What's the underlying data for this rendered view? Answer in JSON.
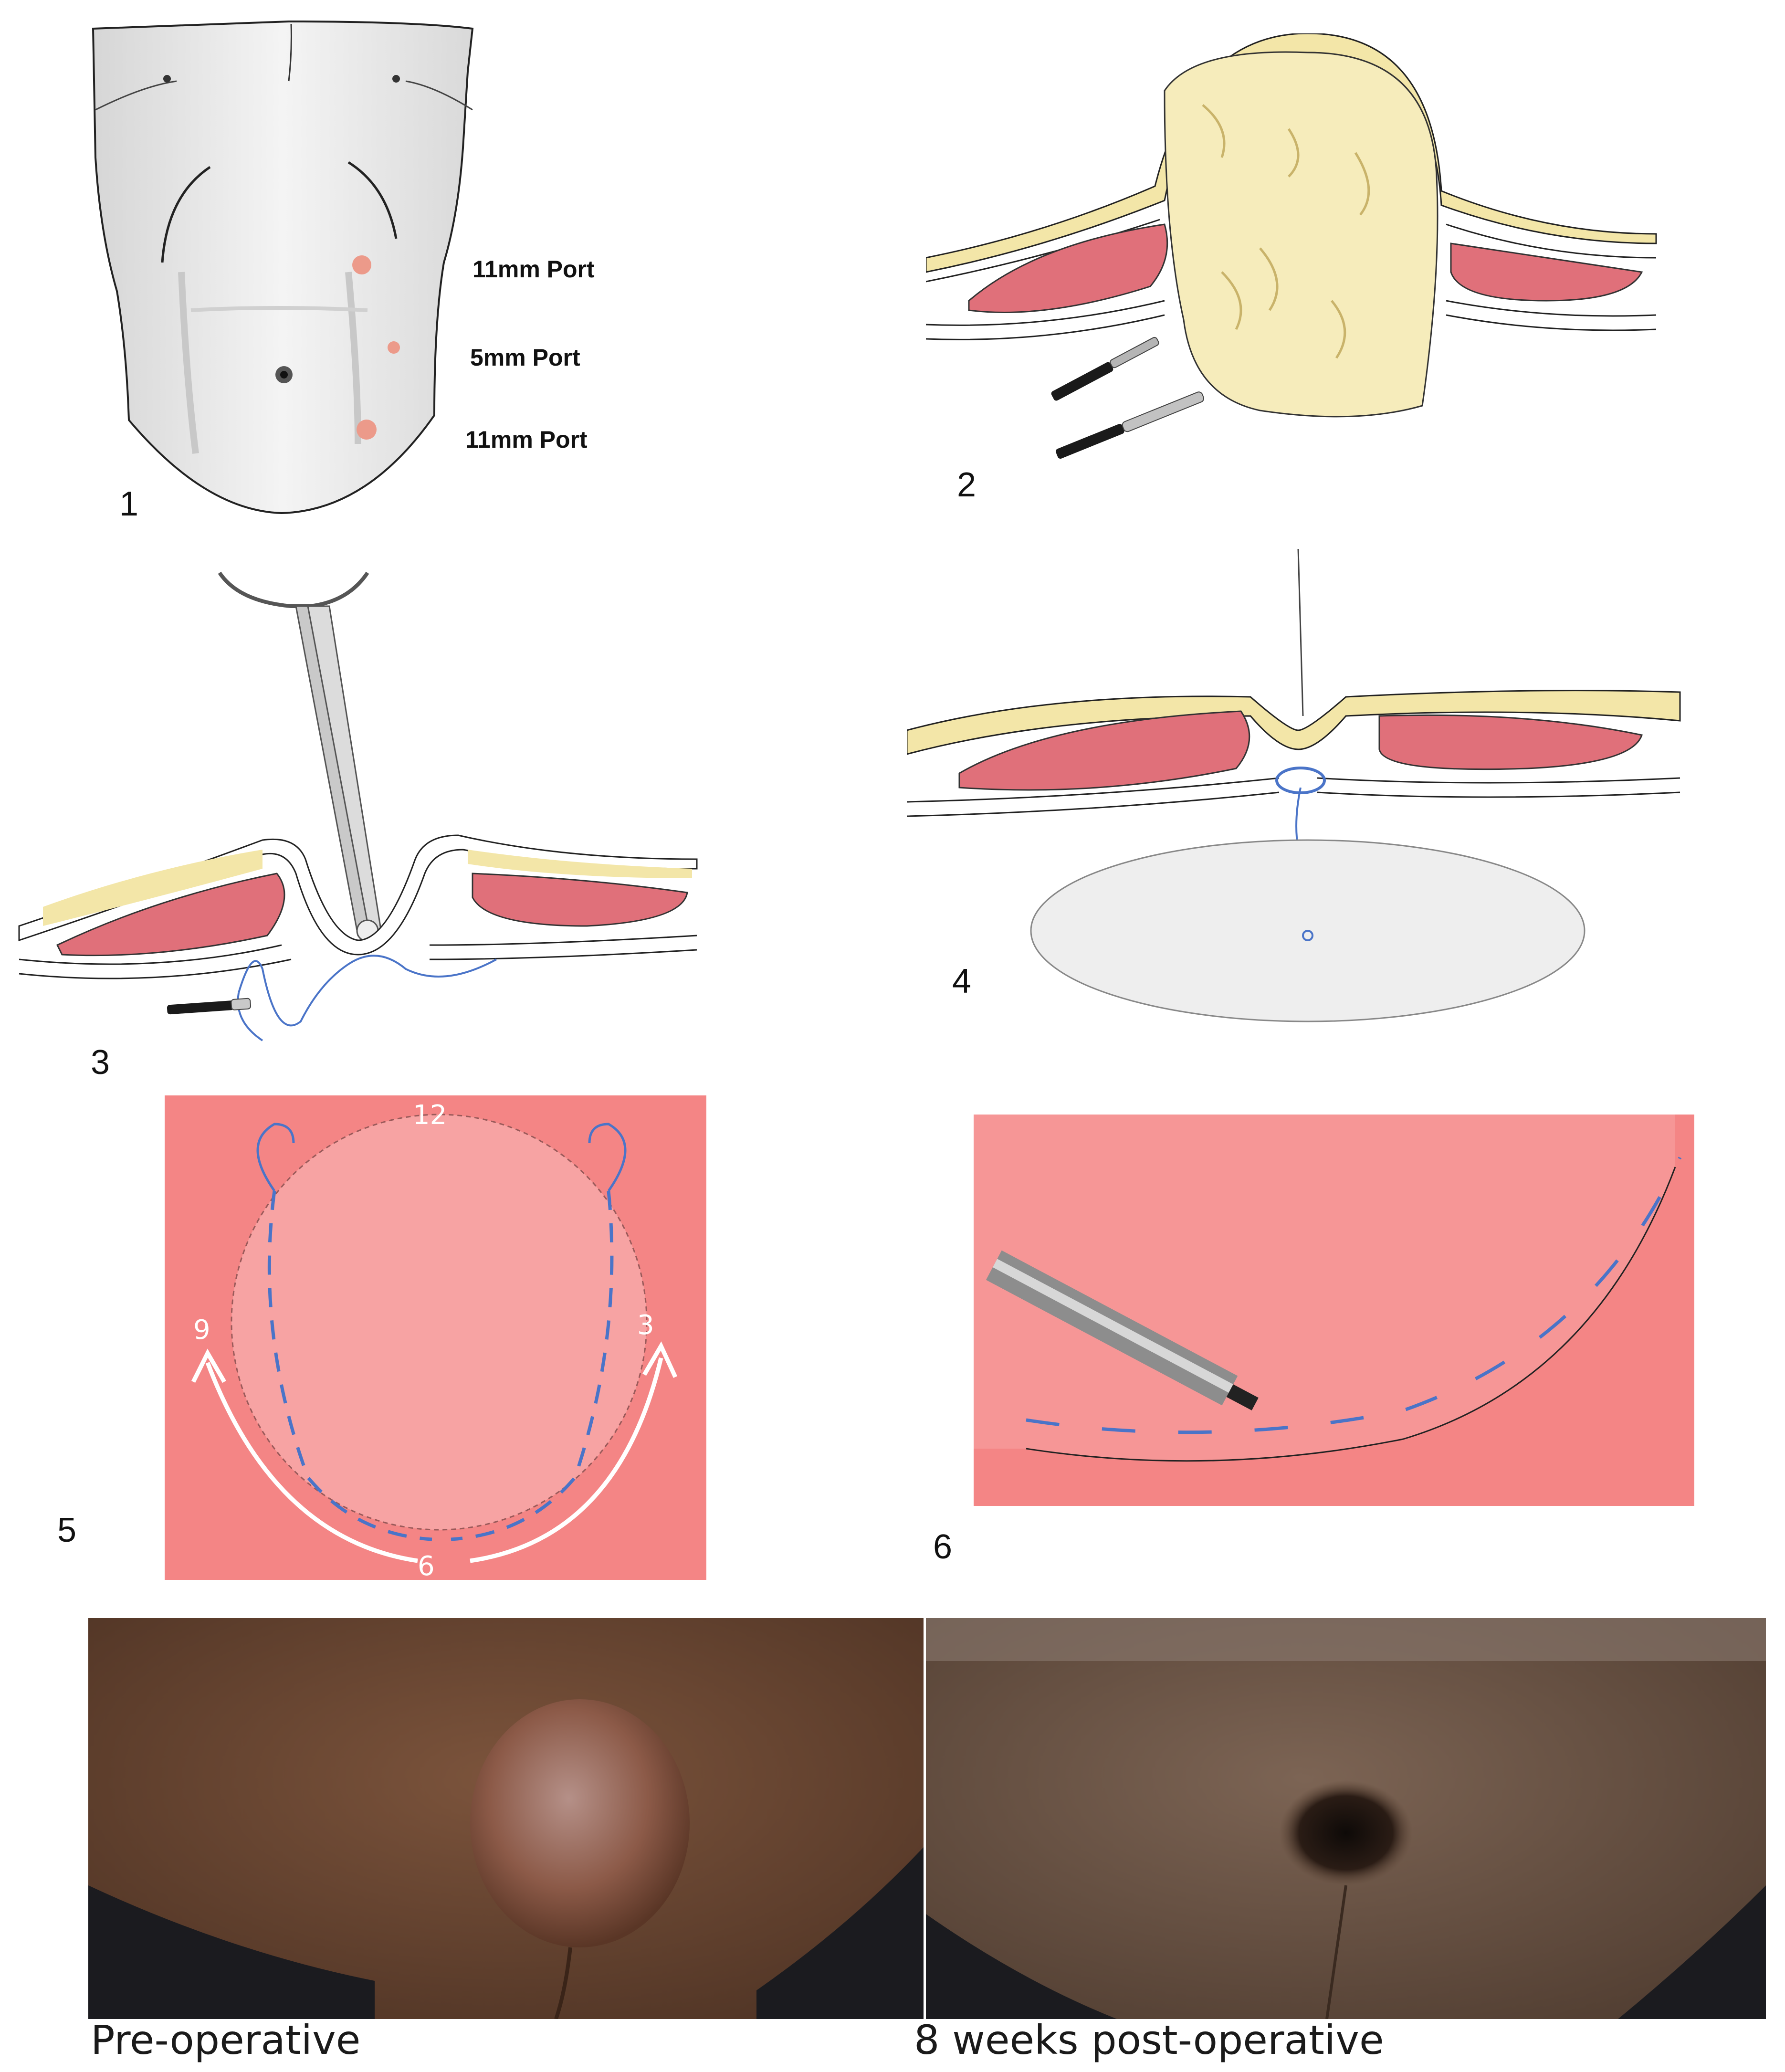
{
  "panels": [
    {
      "number": "1",
      "ports": [
        "11mm Port",
        "5mm Port",
        "11mm Port"
      ]
    },
    {
      "number": "2"
    },
    {
      "number": "3"
    },
    {
      "number": "4"
    },
    {
      "number": "5",
      "clock_marks": [
        "12",
        "3",
        "6",
        "9"
      ]
    },
    {
      "number": "6"
    }
  ],
  "photos": {
    "pre_caption": "Pre-operative",
    "post_caption": "8 weeks post-operative"
  },
  "colors": {
    "muscle": "#e0707a",
    "fat": "#f3e6a8",
    "mesh_bg": "#f48585",
    "suture": "#4a74c8",
    "port_marker": "#ec9a8a",
    "skin_dark": "#5e3e2c",
    "skin_post": "#6a5444"
  }
}
